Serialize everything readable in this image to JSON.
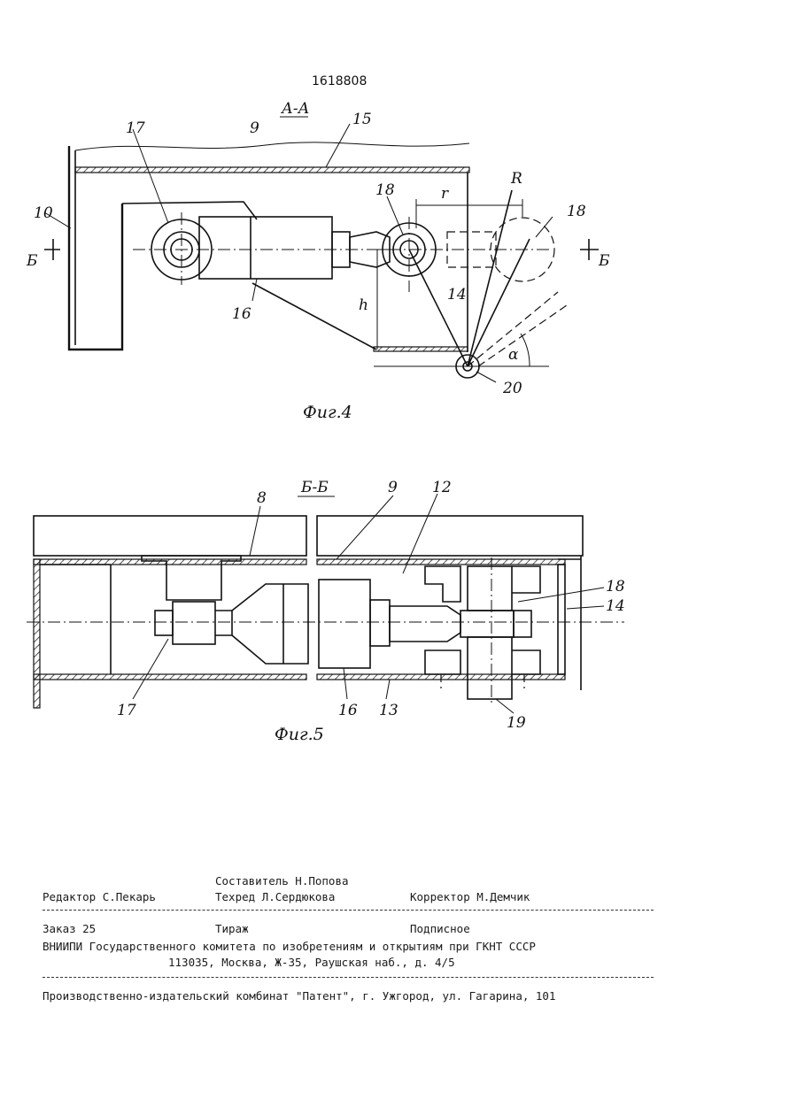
{
  "patent_number": "1618808",
  "fig4": {
    "section_label": "А-А",
    "caption": "Фиг.4",
    "section_marks": [
      "Б",
      "Б"
    ],
    "labels": {
      "n17": "17",
      "n9": "9",
      "n15": "15",
      "n10": "10",
      "n18a": "18",
      "n18b": "18",
      "n16": "16",
      "n14": "14",
      "n20": "20",
      "r": "r",
      "R": "R",
      "h": "h",
      "alpha": "α"
    }
  },
  "fig5": {
    "section_label": "Б-Б",
    "caption": "Фиг.5",
    "labels": {
      "n8": "8",
      "n9": "9",
      "n12": "12",
      "n18": "18",
      "n14": "14",
      "n17": "17",
      "n16": "16",
      "n13": "13",
      "n19": "19"
    }
  },
  "colophon": {
    "compiler": "Составитель Н.Попова",
    "editor": "Редактор С.Пекарь",
    "techred": "Техред Л.Сердюкова",
    "corrector": "Корректор М.Демчик",
    "order": "Заказ 25",
    "circulation": "Тираж",
    "subscription": "Подписное",
    "institute": "ВНИИПИ Государственного комитета по изобретениям и открытиям при ГКНТ СССР",
    "address": "113035, Москва, Ж-35, Раушская наб., д. 4/5",
    "publisher": "Производственно-издательский комбинат \"Патент\", г. Ужгород, ул. Гагарина, 101"
  }
}
